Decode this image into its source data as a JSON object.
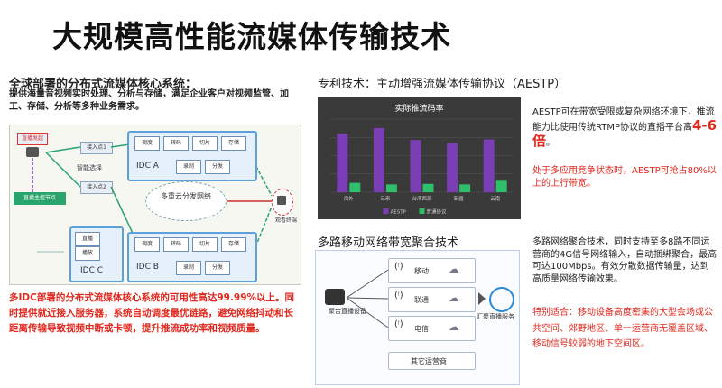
{
  "title": "大规模高性能流媒体传输技术",
  "left": {
    "heading": "全球部署的分布式流媒体核心系统：",
    "desc": "提供海量音视频实时处理、分析与存储，满足企业客户对视频监管、加工、存储、分析等多种业务需求。",
    "footer": "多IDC部署的分布式流媒体核心系统的可用性高达99.99%以上。同时提供就近接入服务器，系统自动调度最优链路，避免网络抖动和长距离传输导致视频中断或卡顿，提升推流成功率和视频质量。",
    "diagram": {
      "source": "直播发起",
      "relay": "直播主控节点",
      "access1": "接入点1",
      "access2": "接入点2",
      "smart": "智能选择",
      "idc_a": "IDC A",
      "idc_b": "IDC B",
      "idc_c": "IDC C",
      "cloud": "多重云分发网络",
      "cells_a": [
        "调度",
        "转码",
        "切片",
        "存储",
        "录制",
        "分发"
      ],
      "cells_b": [
        "调度",
        "转码",
        "切片",
        "存储",
        "录制",
        "分发"
      ],
      "cells_c": [
        "直播",
        "播放"
      ],
      "dest": "观看终端"
    }
  },
  "right_top": {
    "heading": "专利技术：主动增强流媒体传输协议（AESTP）",
    "desc": "AESTP可在带宽受限或复杂网络环境下，推流能力比使用传统RTMP协议的直播平台高",
    "highlight": "4-6倍",
    "suffix": "。",
    "note": "处于多应用竞争状态时，AESTP可抢占80%以上的上行带宽。"
  },
  "right_bottom": {
    "heading": "多路移动网络带宽聚合技术",
    "desc": "多路网络聚合技术，同时支持至多8路不同运营商的4G信号网络输入，自动捆绑聚合，最高可达100Mbps。有效分散数据传输量，达到高质量网络传输效果。",
    "note": "特别适合：移动设备高度密集的大型会场或公共空间、郊野地区、单一运营商无覆盖区域、移动信号较弱的地下空间区。",
    "diagram": {
      "device": "聚合直播设备",
      "server": "汇聚直播服务",
      "carriers": [
        "移动",
        "联通",
        "电信"
      ],
      "other": "其它运营商"
    }
  },
  "chart_data": {
    "type": "bar",
    "title": "实际推流码率",
    "categories": [
      "海外",
      "马来",
      "台湾西部",
      "新疆",
      "云南"
    ],
    "series": [
      {
        "name": "AESTP",
        "values": [
          1120,
          1230,
          1000,
          940,
          1010
        ],
        "color": "#7b3fb5"
      },
      {
        "name": "普通协议",
        "values": [
          180,
          150,
          160,
          150,
          220
        ],
        "color": "#2fbf6a"
      }
    ],
    "ylim": [
      0,
      1400
    ],
    "grid": true,
    "legend": "bottom"
  }
}
